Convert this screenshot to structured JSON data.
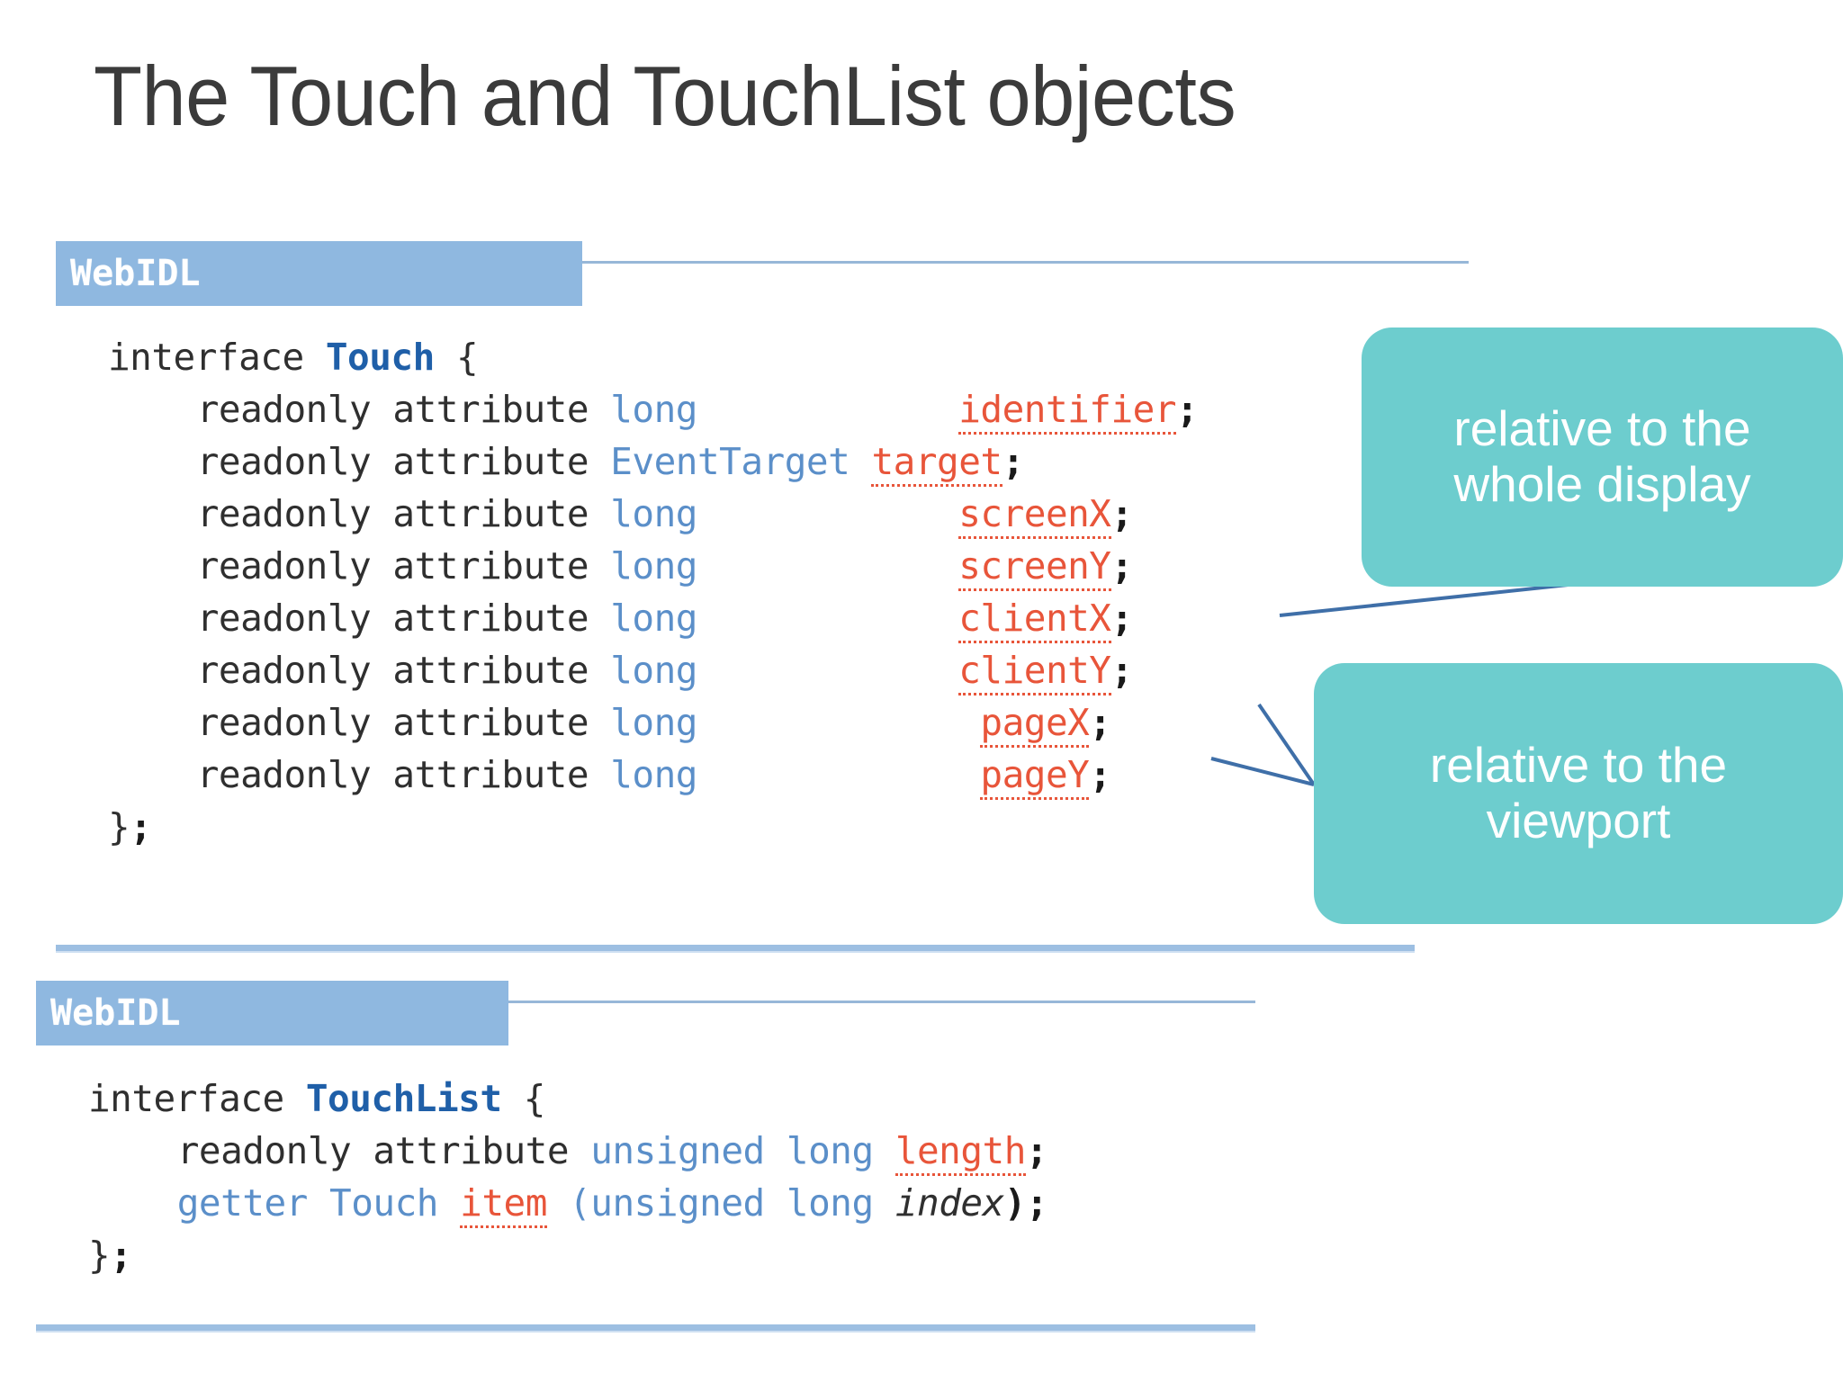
{
  "slide": {
    "title": "The Touch and TouchList objects",
    "background": "#ffffff"
  },
  "colors": {
    "badge_blue": "#8fb8e0",
    "rule_blue": "#9dbfe2",
    "callout_teal": "#6dcdce",
    "connector_blue": "#3f6fa8",
    "interface_name": "#1f5fa8",
    "type_blue": "#5b8fc9",
    "property_orange": "#e8553a",
    "code_text": "#2f2f2f",
    "title_text": "#3b3b3b"
  },
  "blocks": [
    {
      "badge_label": "WebIDL",
      "lines": [
        {
          "indent": 0,
          "tokens": [
            {
              "text": "interface ",
              "kind": "kw"
            },
            {
              "text": "Touch",
              "kind": "iname"
            },
            {
              "text": " {",
              "kind": "brace"
            }
          ]
        },
        {
          "indent": 1,
          "tokens": [
            {
              "text": "readonly attribute ",
              "kind": "kw"
            },
            {
              "text": "long",
              "kind": "type"
            },
            {
              "text": "            ",
              "kind": "kw"
            },
            {
              "text": "identifier",
              "kind": "prop"
            },
            {
              "text": ";",
              "kind": "punct"
            }
          ]
        },
        {
          "indent": 1,
          "tokens": [
            {
              "text": "readonly attribute ",
              "kind": "kw"
            },
            {
              "text": "EventTarget",
              "kind": "type"
            },
            {
              "text": " ",
              "kind": "kw"
            },
            {
              "text": "target",
              "kind": "prop"
            },
            {
              "text": ";",
              "kind": "punct"
            }
          ]
        },
        {
          "indent": 1,
          "tokens": [
            {
              "text": "readonly attribute ",
              "kind": "kw"
            },
            {
              "text": "long",
              "kind": "type"
            },
            {
              "text": "            ",
              "kind": "kw"
            },
            {
              "text": "screenX",
              "kind": "prop"
            },
            {
              "text": ";",
              "kind": "punct"
            }
          ]
        },
        {
          "indent": 1,
          "tokens": [
            {
              "text": "readonly attribute ",
              "kind": "kw"
            },
            {
              "text": "long",
              "kind": "type"
            },
            {
              "text": "            ",
              "kind": "kw"
            },
            {
              "text": "screenY",
              "kind": "prop"
            },
            {
              "text": ";",
              "kind": "punct"
            }
          ]
        },
        {
          "indent": 1,
          "tokens": [
            {
              "text": "readonly attribute ",
              "kind": "kw"
            },
            {
              "text": "long",
              "kind": "type"
            },
            {
              "text": "            ",
              "kind": "kw"
            },
            {
              "text": "clientX",
              "kind": "prop"
            },
            {
              "text": ";",
              "kind": "punct"
            }
          ]
        },
        {
          "indent": 1,
          "tokens": [
            {
              "text": "readonly attribute ",
              "kind": "kw"
            },
            {
              "text": "long",
              "kind": "type"
            },
            {
              "text": "            ",
              "kind": "kw"
            },
            {
              "text": "clientY",
              "kind": "prop"
            },
            {
              "text": ";",
              "kind": "punct"
            }
          ]
        },
        {
          "indent": 1,
          "tokens": [
            {
              "text": "readonly attribute ",
              "kind": "kw"
            },
            {
              "text": "long",
              "kind": "type"
            },
            {
              "text": "             ",
              "kind": "kw"
            },
            {
              "text": "pageX",
              "kind": "prop"
            },
            {
              "text": ";",
              "kind": "punct"
            }
          ]
        },
        {
          "indent": 1,
          "tokens": [
            {
              "text": "readonly attribute ",
              "kind": "kw"
            },
            {
              "text": "long",
              "kind": "type"
            },
            {
              "text": "             ",
              "kind": "kw"
            },
            {
              "text": "pageY",
              "kind": "prop"
            },
            {
              "text": ";",
              "kind": "punct"
            }
          ]
        },
        {
          "indent": 0,
          "tokens": [
            {
              "text": "}",
              "kind": "brace"
            },
            {
              "text": ";",
              "kind": "punct"
            }
          ]
        }
      ]
    },
    {
      "badge_label": "WebIDL",
      "lines": [
        {
          "indent": 0,
          "tokens": [
            {
              "text": "interface ",
              "kind": "kw"
            },
            {
              "text": "TouchList",
              "kind": "iname"
            },
            {
              "text": " {",
              "kind": "brace"
            }
          ]
        },
        {
          "indent": 1,
          "tokens": [
            {
              "text": "readonly attribute ",
              "kind": "kw"
            },
            {
              "text": "unsigned long ",
              "kind": "type"
            },
            {
              "text": "length",
              "kind": "prop"
            },
            {
              "text": ";",
              "kind": "punct"
            }
          ]
        },
        {
          "indent": 1,
          "tokens": [
            {
              "text": "getter Touch ",
              "kind": "type"
            },
            {
              "text": "item",
              "kind": "prop"
            },
            {
              "text": " ",
              "kind": "kw"
            },
            {
              "text": "(unsigned long ",
              "kind": "type"
            },
            {
              "text": "index",
              "kind": "param"
            },
            {
              "text": ");",
              "kind": "punct"
            }
          ]
        },
        {
          "indent": 0,
          "tokens": [
            {
              "text": "}",
              "kind": "brace"
            },
            {
              "text": ";",
              "kind": "punct"
            }
          ]
        }
      ]
    }
  ],
  "callouts": [
    {
      "id": "screen-callout",
      "text": "relative to the whole display",
      "anchors": [
        "screenY"
      ]
    },
    {
      "id": "viewport-callout",
      "text": "relative to the viewport",
      "anchors": [
        "clientY",
        "pageX"
      ]
    }
  ]
}
